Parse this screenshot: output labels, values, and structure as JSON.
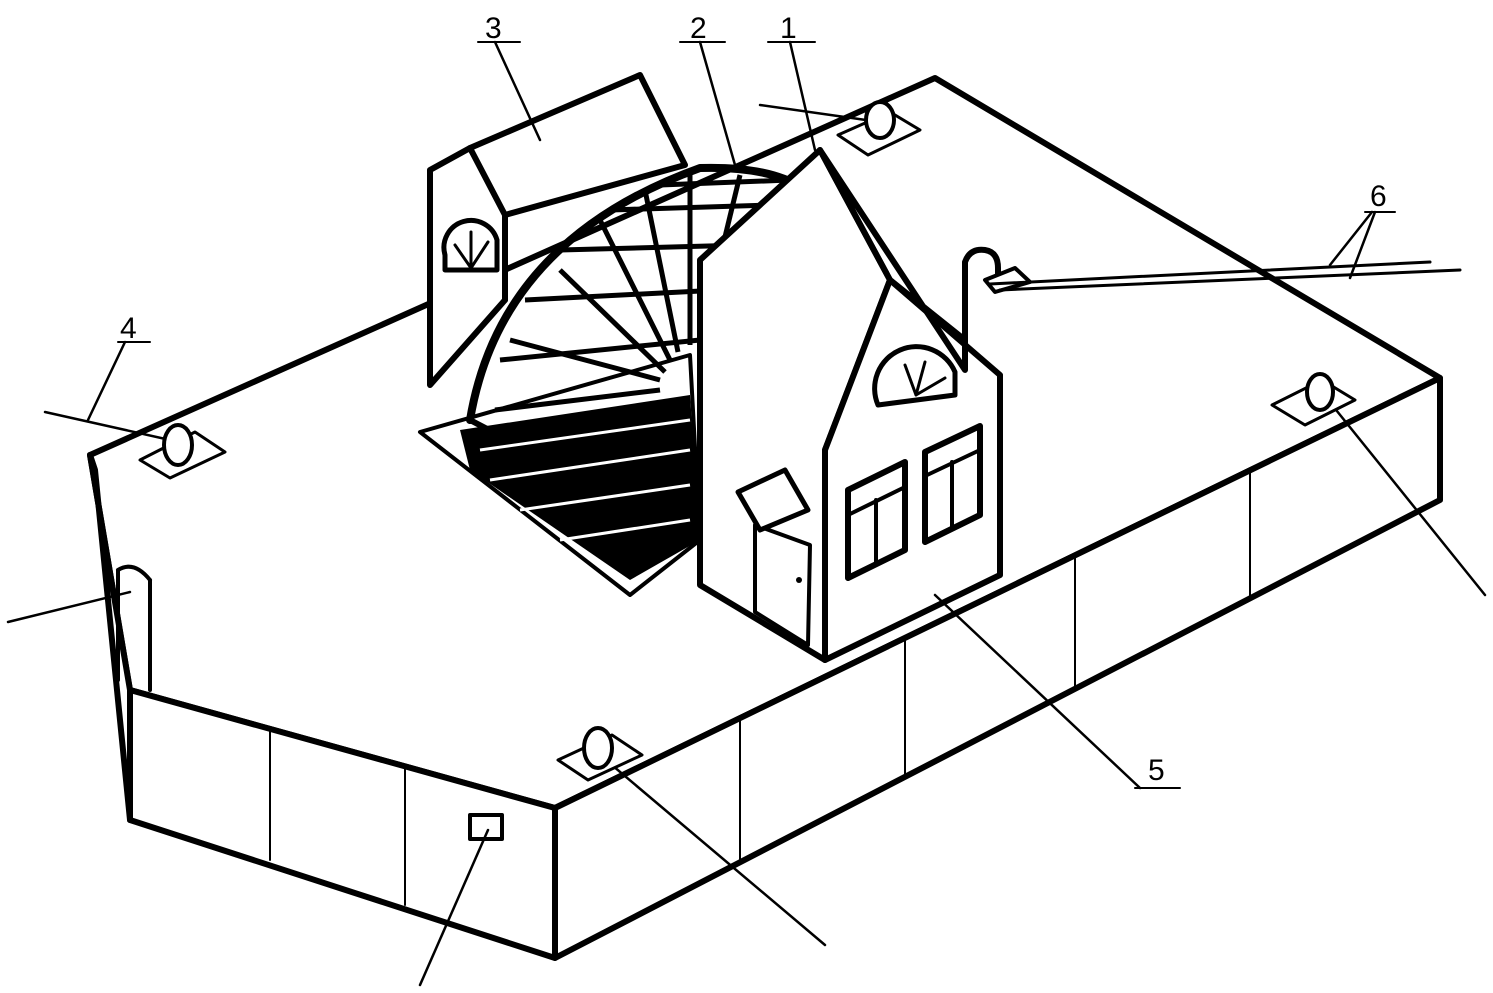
{
  "figure": {
    "callouts": [
      {
        "id": "1",
        "text": "1"
      },
      {
        "id": "2",
        "text": "2"
      },
      {
        "id": "3",
        "text": "3"
      },
      {
        "id": "4",
        "text": "4"
      },
      {
        "id": "5",
        "text": "5"
      },
      {
        "id": "6",
        "text": "6"
      }
    ]
  },
  "colors": {
    "ink": "#000000",
    "paper": "#ffffff"
  }
}
